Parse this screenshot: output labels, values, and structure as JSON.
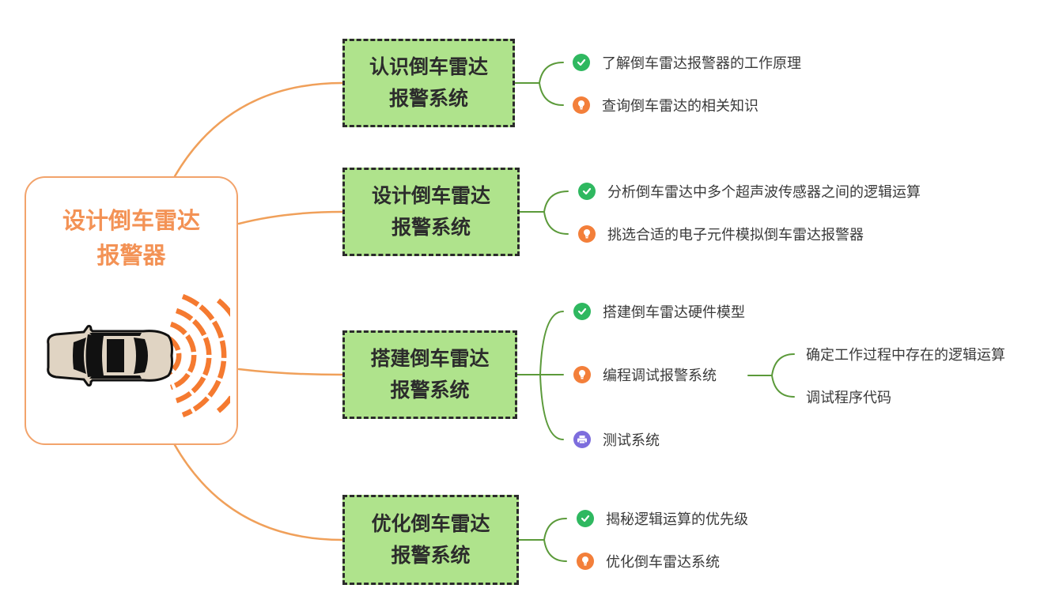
{
  "colors": {
    "root_border": "#f2a36b",
    "root_text": "#f39255",
    "main_connector": "#f0a05a",
    "sub_connector": "#5b9a3a",
    "topic_fill": "#afe38c",
    "topic_border": "#2b2b2b",
    "check_icon": "#2fb860",
    "bulb_icon": "#f37f3a",
    "printer_icon": "#7d6ddd",
    "radar_waves": "#f57a30"
  },
  "root": {
    "title_line1": "设计倒车雷达",
    "title_line2": "报警器",
    "illustration": "car-with-radar-waves"
  },
  "branches": [
    {
      "title_line1": "认识倒车雷达",
      "title_line2": "报警系统",
      "items": [
        {
          "icon": "check-icon",
          "text": "了解倒车雷达报警器的工作原理"
        },
        {
          "icon": "lightbulb-icon",
          "text": "查询倒车雷达的相关知识"
        }
      ]
    },
    {
      "title_line1": "设计倒车雷达",
      "title_line2": "报警系统",
      "items": [
        {
          "icon": "check-icon",
          "text": "分析倒车雷达中多个超声波传感器之间的逻辑运算"
        },
        {
          "icon": "lightbulb-icon",
          "text": "挑选合适的电子元件模拟倒车雷达报警器"
        }
      ]
    },
    {
      "title_line1": "搭建倒车雷达",
      "title_line2": "报警系统",
      "items": [
        {
          "icon": "check-icon",
          "text": "搭建倒车雷达硬件模型"
        },
        {
          "icon": "lightbulb-icon",
          "text": "编程调试报警系统",
          "children": [
            {
              "text": "确定工作过程中存在的逻辑运算"
            },
            {
              "text": "调试程序代码"
            }
          ]
        },
        {
          "icon": "printer-icon",
          "text": "测试系统"
        }
      ]
    },
    {
      "title_line1": "优化倒车雷达",
      "title_line2": "报警系统",
      "items": [
        {
          "icon": "check-icon",
          "text": "揭秘逻辑运算的优先级"
        },
        {
          "icon": "lightbulb-icon",
          "text": "优化倒车雷达系统"
        }
      ]
    }
  ]
}
